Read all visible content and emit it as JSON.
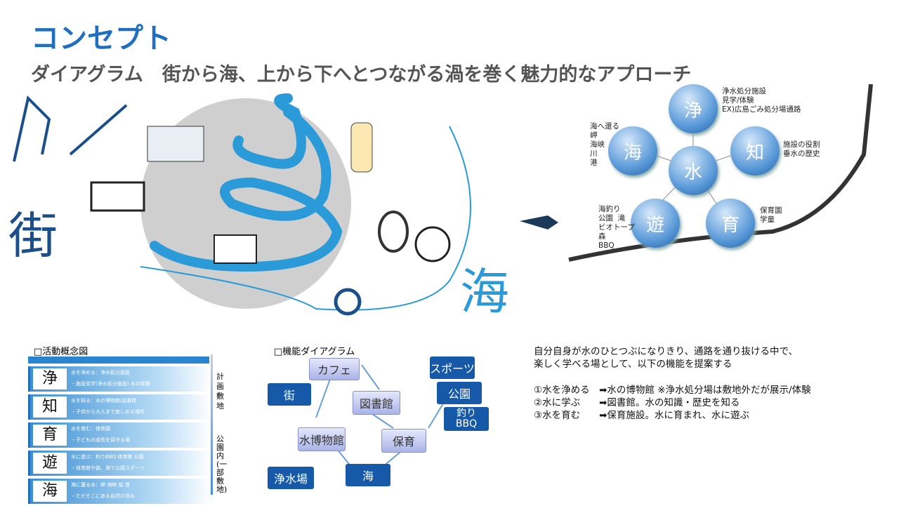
{
  "title": "コンセプト",
  "subtitle": "ダイアグラム　街から海、上から下へとつながる渦を巻く魅力的なアプローチ",
  "sketch": {
    "left_char": "街",
    "right_char": "海"
  },
  "concept_circles": {
    "center": "水",
    "items": [
      {
        "char": "浄",
        "note": "浄水処分施設\n見学/体験\nEX)広島ごみ処分場通路"
      },
      {
        "char": "知",
        "note": "施設の役割\n垂水の歴史"
      },
      {
        "char": "育",
        "note": "保育園\n学童"
      },
      {
        "char": "遊",
        "note": "海釣り\n公園  滝\nビオトープ\n森\nBBQ"
      },
      {
        "char": "海",
        "note": "海へ還る\n岬\n海峡\n川\n港"
      }
    ]
  },
  "activity": {
    "title": "□活動概念図",
    "rows": [
      {
        "glyph": "浄",
        "line1": "水を浄める：浄水処分施設",
        "line2": "・施設見学(浄水処分施設) 水の体験"
      },
      {
        "glyph": "知",
        "line1": "水を知る：水の博物館/図書館",
        "line2": "・子供から大人まで楽しめる場所"
      },
      {
        "glyph": "育",
        "line1": "水を育む：保育園",
        "line2": "・子どもの成長を見守る場"
      },
      {
        "glyph": "遊",
        "line1": "水に遊ぶ：釣りBBQ 体育館 公園",
        "line2": "・体育館や森、海で公園スポーツ"
      },
      {
        "glyph": "海",
        "line1": "海に還る水：岬 海峡 船 港",
        "line2": "・ただそこにある自然の営み"
      }
    ],
    "range1": "計画敷地",
    "range2": "公園内(一部敷地)"
  },
  "function": {
    "title": "□機能ダイアグラム",
    "nodes": {
      "cafe": "カフェ",
      "town": "街",
      "library": "図書館",
      "museum": "水博物館",
      "nursery": "保育",
      "sea": "海",
      "plant": "浄水場",
      "sports": "スポーツ",
      "park": "公園",
      "fishing": "釣り\nBBQ"
    }
  },
  "proposal": {
    "intro": "自分自身が水のひとつぶになりきり、通路を通り抜ける中で、\n楽しく学べる場として、以下の機能を提案する",
    "items": [
      "①水を浄める　➡水の博物館 ※浄水処分場は敷地外だが展示/体験",
      "②水に学ぶ　　➡図書館。水の知識・歴史を知る",
      "③水を育む　　➡保育施設。水に育まれ、水に遊ぶ"
    ]
  }
}
